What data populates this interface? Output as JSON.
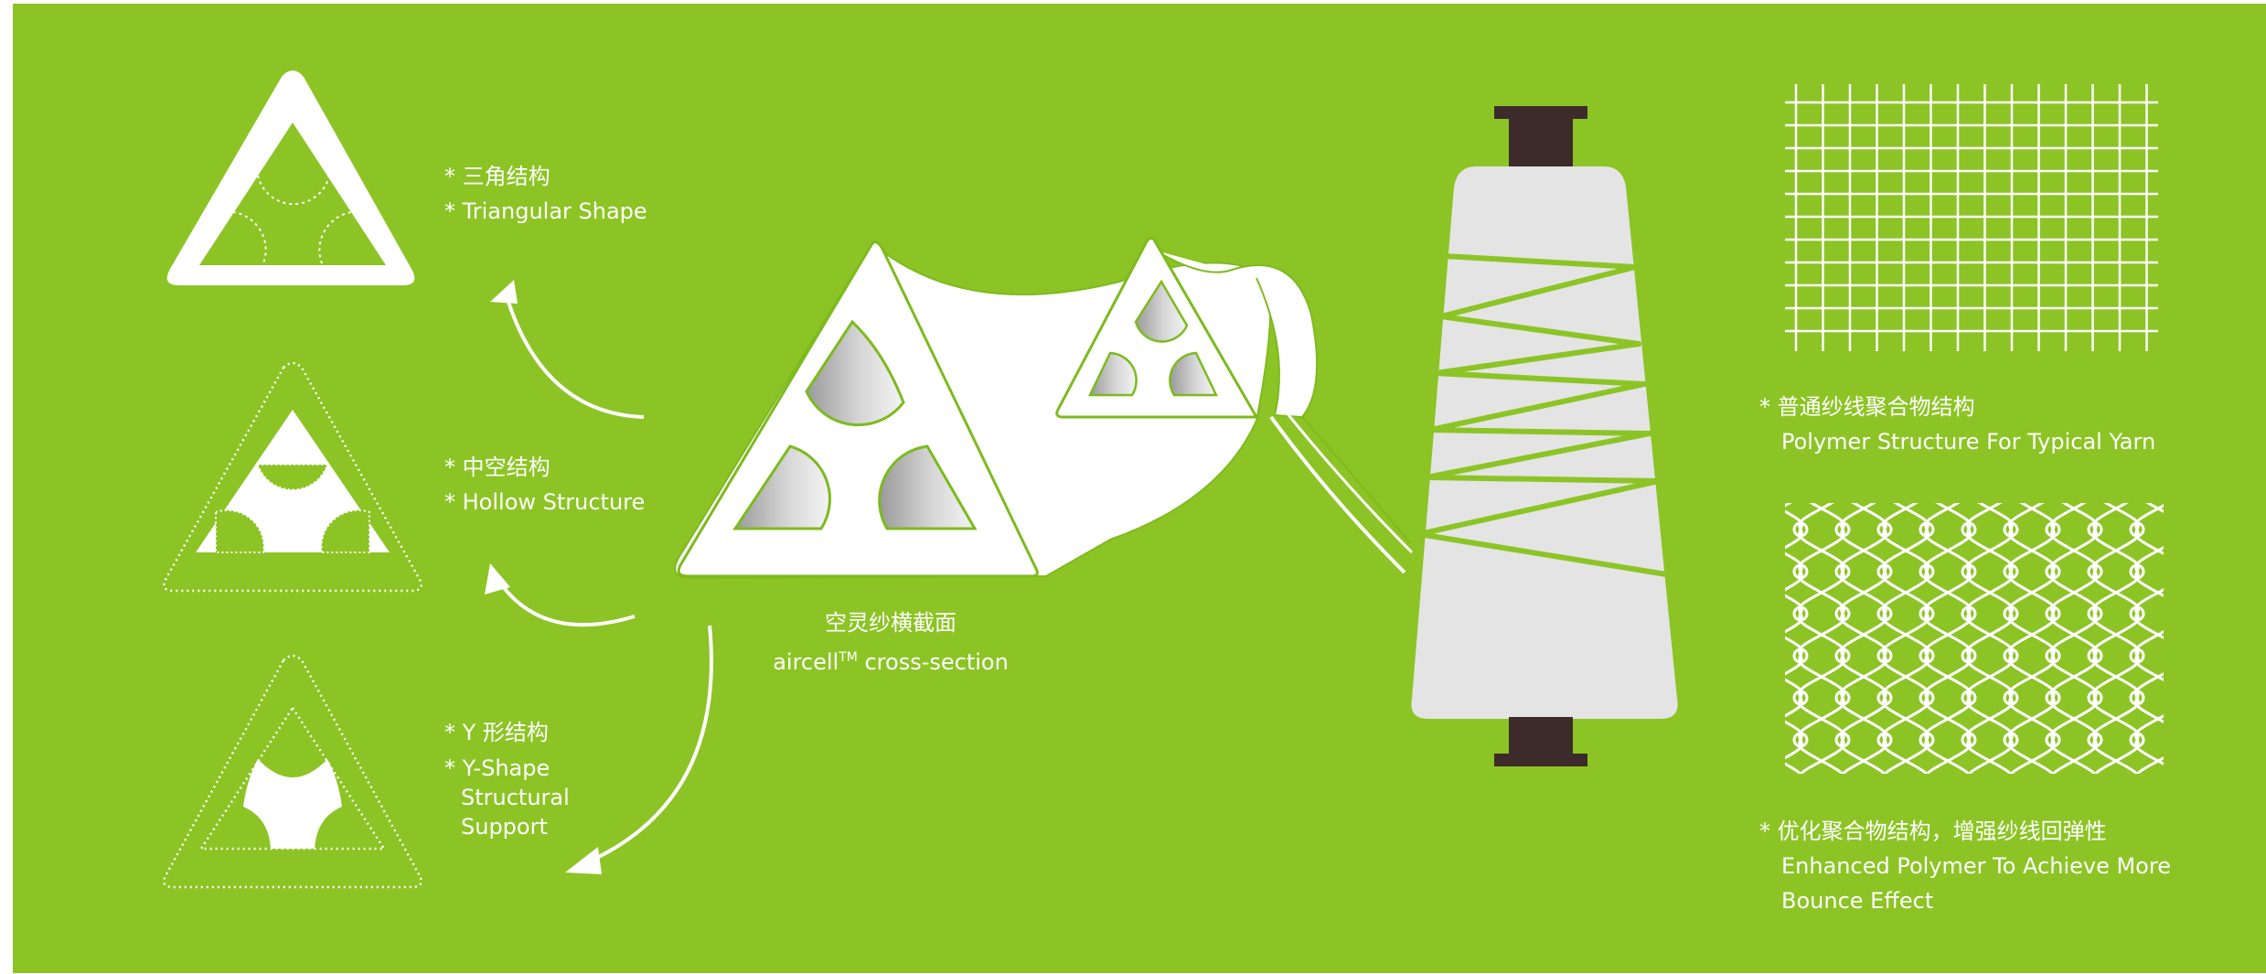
{
  "colors": {
    "background": "#8cc425",
    "white": "#ffffff",
    "spool_cap": "#3d2b2b",
    "spool_body": "#e4e4e4"
  },
  "left_labels": {
    "triangular": {
      "zh": "* 三角结构",
      "en": "* Triangular Shape"
    },
    "hollow": {
      "zh": "* 中空结构",
      "en": "* Hollow Structure"
    },
    "yshape": {
      "zh": "* Y 形结构",
      "en_1": "* Y-Shape",
      "en_2": "Structural",
      "en_3": "Support"
    }
  },
  "center_caption": {
    "zh": "空灵纱横截面",
    "en_prefix": "aircell",
    "en_tm": "TM",
    "en_suffix": " cross-section"
  },
  "right_labels": {
    "typical": {
      "zh": "* 普通纱线聚合物结构",
      "en": "Polymer Structure For Typical Yarn"
    },
    "enhanced": {
      "zh": "* 优化聚合物结构，增强纱线回弹性",
      "en_1": "Enhanced Polymer To Achieve More",
      "en_2": "Bounce Effect"
    }
  }
}
